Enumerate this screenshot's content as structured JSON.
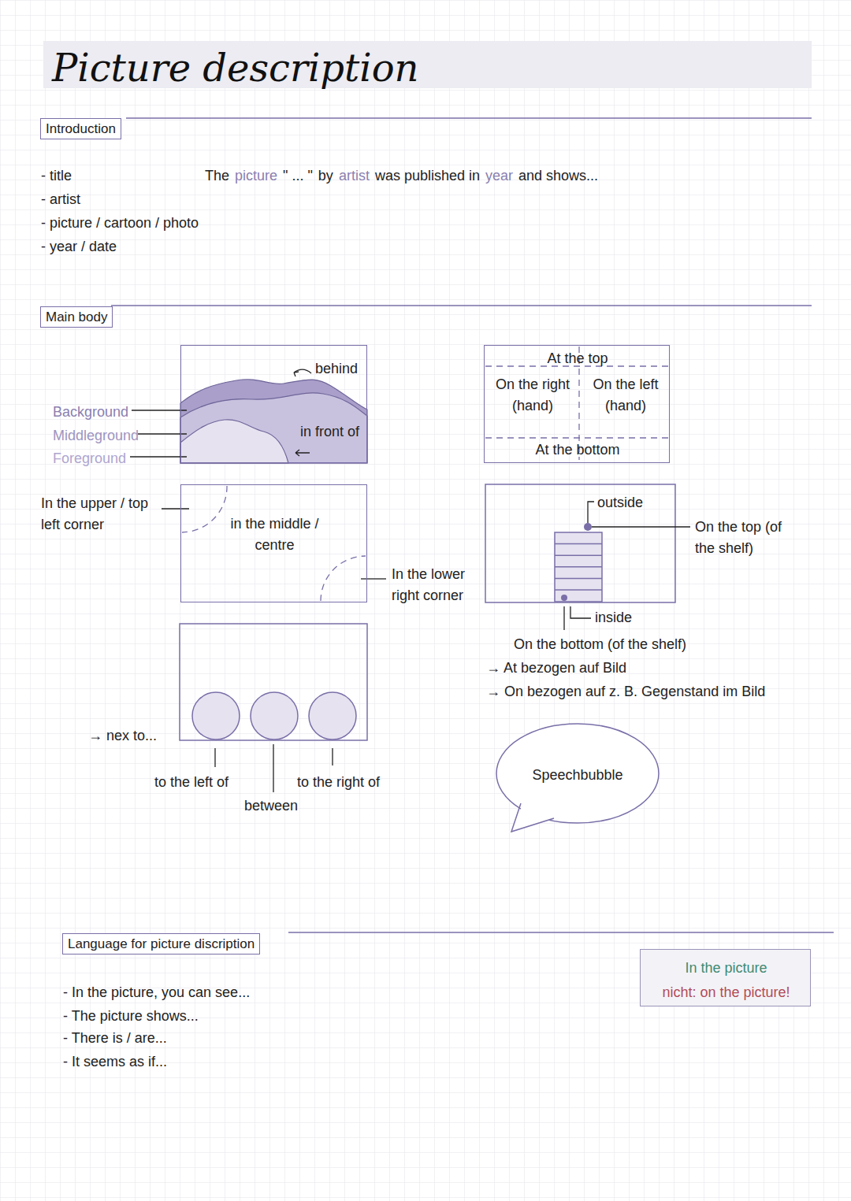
{
  "diagram": {
    "title": "Picture description",
    "nodes": [
      {
        "text": [
          "Introduction"
        ]
      },
      {
        "text": [
          "Main body"
        ]
      },
      {
        "text": [
          "behind",
          "in front of"
        ]
      },
      {
        "text": [
          "At the top",
          "On the right (hand)",
          "On the left (hand)",
          "At the bottom"
        ]
      },
      {
        "text": [
          "in the middle / centre"
        ]
      },
      {
        "text": [
          "Speechbubble"
        ]
      },
      {
        "text": [
          "Language for picture discription"
        ]
      },
      {
        "text": [
          "In the picture",
          "nicht: on the picture!"
        ]
      }
    ],
    "edges": [],
    "labels": [
      "- title",
      "- artist",
      "- picture / cartoon / photo",
      "- year / date",
      "The",
      "picture",
      "\" ... \"",
      "by",
      "artist",
      "was published in",
      "year",
      "and shows...",
      "Background",
      "Middleground",
      "Foreground",
      "In the upper / top left corner",
      "In the lower right corner",
      "outside",
      "On the top (of the shelf)",
      "inside",
      "On the bottom (of the shelf)",
      "→ At bezogen auf Bild",
      "→ On bezogen auf z. B. Gegenstand im Bild",
      "→ nex to...",
      "to the left of",
      "between",
      "to the right of",
      "- In the picture, you can see...",
      "- The picture shows...",
      "- There is / are...",
      "- It seems as if..."
    ]
  }
}
